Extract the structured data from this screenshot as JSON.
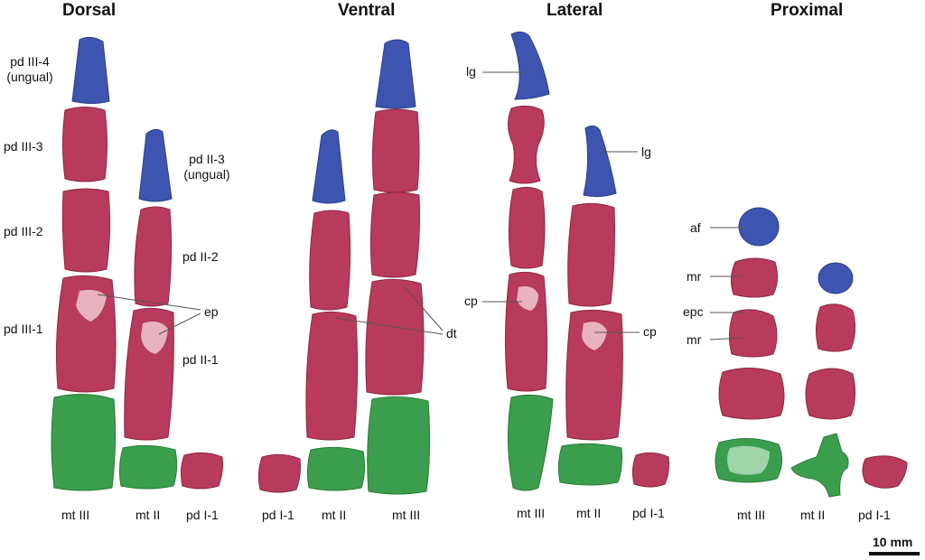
{
  "views": {
    "dorsal": "Dorsal",
    "ventral": "Ventral",
    "lateral": "Lateral",
    "proximal": "Proximal"
  },
  "elements": {
    "pd_III_4": "pd III-4",
    "ungual_a": "(ungual)",
    "pd_III_3": "pd III-3",
    "pd_II_3": "pd II-3",
    "ungual_b": "(ungual)",
    "pd_III_2": "pd III-2",
    "pd_II_2": "pd II-2",
    "pd_III_1": "pd III-1",
    "pd_II_1": "pd II-1"
  },
  "bottom_labels": {
    "dorsal": [
      "mt III",
      "mt II",
      "pd I-1"
    ],
    "ventral": [
      "pd I-1",
      "mt II",
      "mt III"
    ],
    "lateral": [
      "mt III",
      "mt II",
      "pd I-1"
    ],
    "proximal": [
      "mt III",
      "mt II",
      "pd I-1"
    ]
  },
  "annotations": {
    "ep": "ep",
    "dt": "dt",
    "lg": "lg",
    "cp": "cp",
    "af": "af",
    "mr": "mr",
    "epc": "epc"
  },
  "scale_bar": "10 mm",
  "colors": {
    "ungual": "#3d55b0",
    "phalanx": "#b83a5c",
    "metatarsal": "#3a9e4c",
    "highlight": "#f0c8d2",
    "text": "#111111"
  }
}
